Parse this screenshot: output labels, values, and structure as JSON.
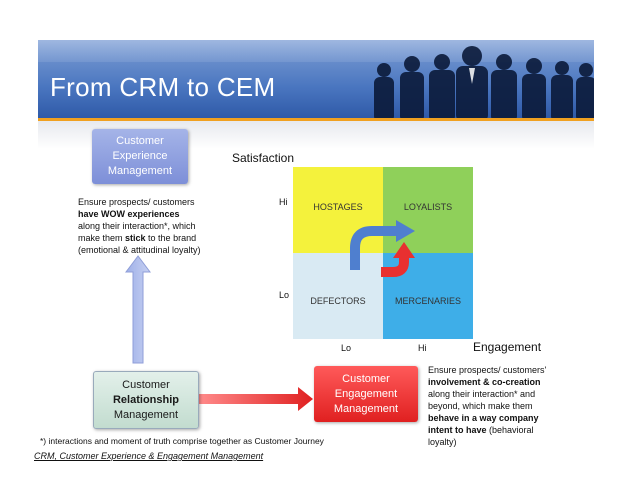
{
  "slide": {
    "title": "From CRM to CEM",
    "caption": "CRM, Customer Experience & Engagement Management",
    "footnote": "*) interactions and moment of truth comprise together as Customer Journey"
  },
  "boxes": {
    "cxm": {
      "line1": "Customer",
      "line2": "Experience",
      "line3": "Management"
    },
    "crm": {
      "line1": "Customer",
      "line2": "Relationship",
      "line3": "Management"
    },
    "cem": {
      "line1": "Customer",
      "line2": "Engagement",
      "line3": "Management"
    }
  },
  "note_left": {
    "l1": "Ensure prospects/ customers",
    "l2": "have WOW experiences",
    "l3": "along their interaction*, which",
    "l4a": "make them ",
    "l4b": "stick",
    "l4c": " to the brand",
    "l5": "(emotional & attitudinal loyalty)"
  },
  "note_right": {
    "l1": "Ensure prospects/ customers'",
    "l2a": "involvement",
    "l2b": " & ",
    "l2c": "co-creation",
    "l3": "along their interaction* and",
    "l4": "beyond, which make them",
    "l5": "behave in a way company",
    "l6a": "intent to have",
    "l6b": " (behavioral",
    "l7": "loyalty)"
  },
  "matrix": {
    "y_axis_label": "Satisfaction",
    "x_axis_label": "Engagement",
    "y_hi": "Hi",
    "y_lo": "Lo",
    "x_lo": "Lo",
    "x_hi": "Hi",
    "cells": {
      "top_left": "HOSTAGES",
      "top_right": "LOYALISTS",
      "bottom_left": "DEFECTORS",
      "bottom_right": "MERCENARIES"
    }
  },
  "colors": {
    "header_blue": "#4a76c0",
    "accent_orange": "#f0a020",
    "hostages": "#f4f23c",
    "loyalists": "#8fd05a",
    "defectors": "#d9eaf3",
    "mercenaries": "#3eaee8",
    "cem_red": "#e02020",
    "cxm_blue": "#7d8fd8"
  }
}
